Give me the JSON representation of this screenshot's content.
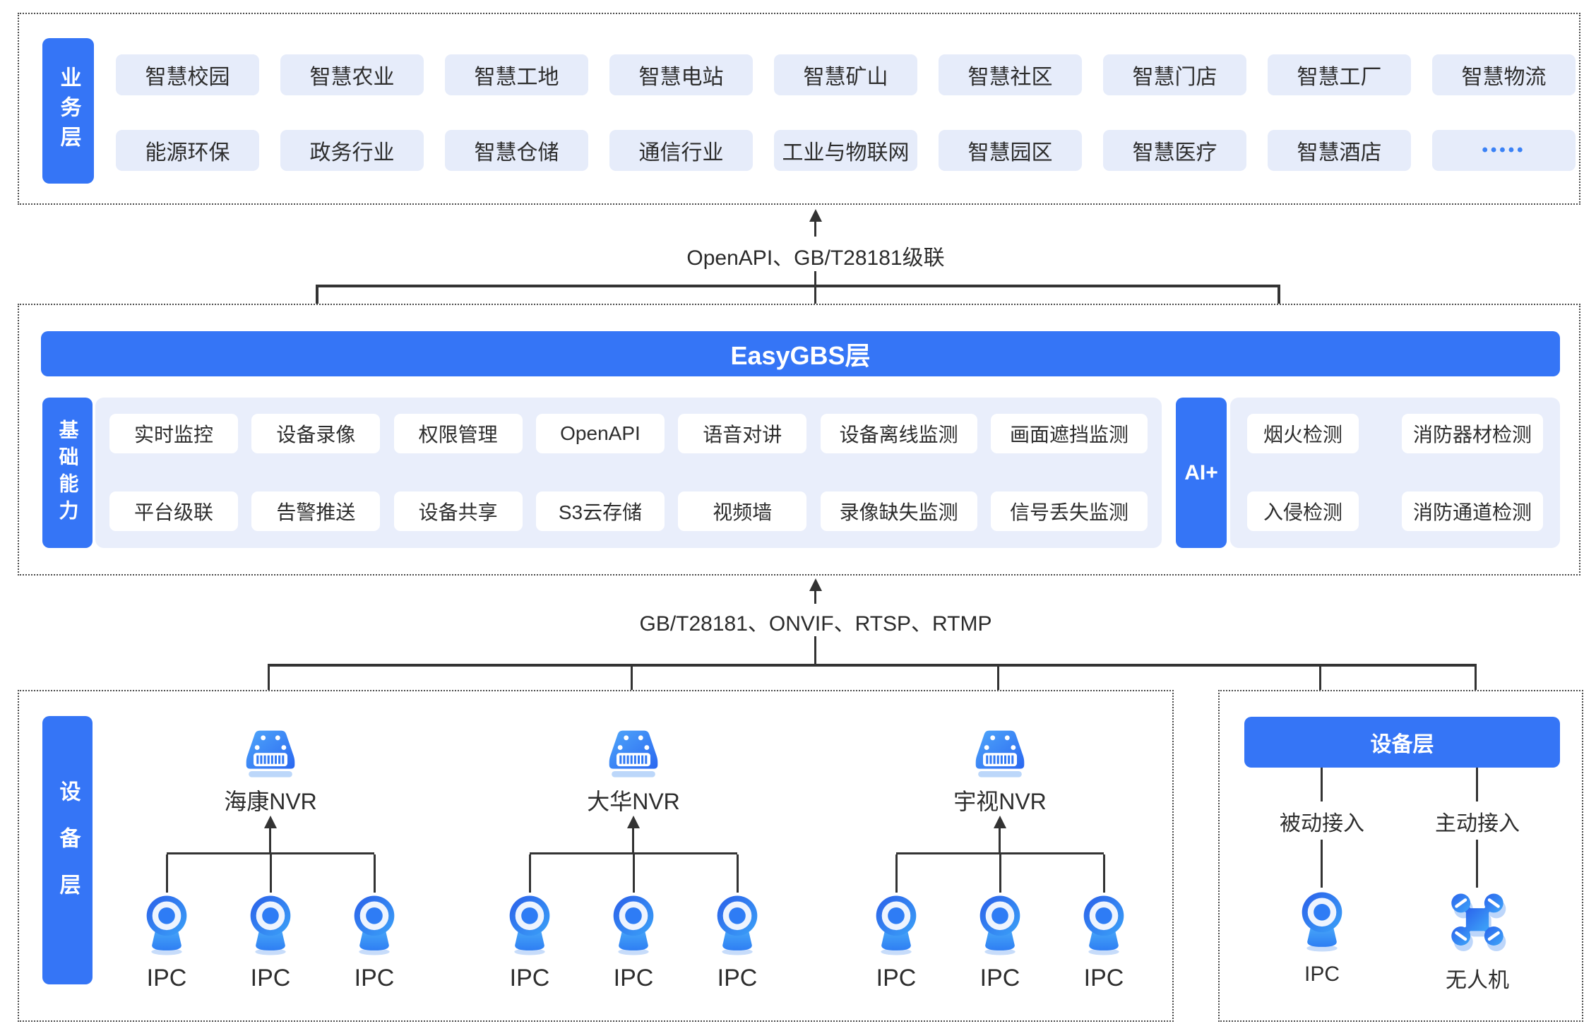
{
  "colors": {
    "primary_blue": "#3575F6",
    "light_chip_bg": "#E6ECFA",
    "panel_bg": "#E9EEFB",
    "text_dark": "#2d2d2d",
    "line": "#333333",
    "dots_blue": "#3B82F6"
  },
  "business_layer": {
    "label": "业务层",
    "row1": [
      "智慧校园",
      "智慧农业",
      "智慧工地",
      "智慧电站",
      "智慧矿山",
      "智慧社区",
      "智慧门店",
      "智慧工厂",
      "智慧物流"
    ],
    "row2": [
      "能源环保",
      "政务行业",
      "智慧仓储",
      "通信行业",
      "工业与物联网",
      "智慧园区",
      "智慧医疗",
      "智慧酒店",
      "•••••"
    ]
  },
  "connector_top": {
    "label": "OpenAPI、GB/T28181级联"
  },
  "platform_layer": {
    "title": "EasyGBS层",
    "base": {
      "label": "基础能力",
      "row1": [
        "实时监控",
        "设备录像",
        "权限管理",
        "OpenAPI",
        "语音对讲",
        "设备离线监测",
        "画面遮挡监测"
      ],
      "row2": [
        "平台级联",
        "告警推送",
        "设备共享",
        "S3云存储",
        "视频墙",
        "录像缺失监测",
        "信号丢失监测"
      ]
    },
    "ai": {
      "label": "AI+",
      "row1": [
        "烟火检测",
        "消防器材检测"
      ],
      "row2": [
        "入侵检测",
        "消防通道检测"
      ]
    }
  },
  "connector_bottom": {
    "label": "GB/T28181、ONVIF、RTSP、RTMP"
  },
  "device_layer_left": {
    "label": "设备层",
    "groups": [
      {
        "nvr": "海康NVR",
        "ipcs": [
          "IPC",
          "IPC",
          "IPC"
        ]
      },
      {
        "nvr": "大华NVR",
        "ipcs": [
          "IPC",
          "IPC",
          "IPC"
        ]
      },
      {
        "nvr": "宇视NVR",
        "ipcs": [
          "IPC",
          "IPC",
          "IPC"
        ]
      }
    ]
  },
  "device_layer_right": {
    "header": "设备层",
    "columns": [
      {
        "mode": "被动接入",
        "device": "IPC",
        "icon": "ipc-camera-icon"
      },
      {
        "mode": "主动接入",
        "device": "无人机",
        "icon": "drone-icon"
      }
    ]
  }
}
